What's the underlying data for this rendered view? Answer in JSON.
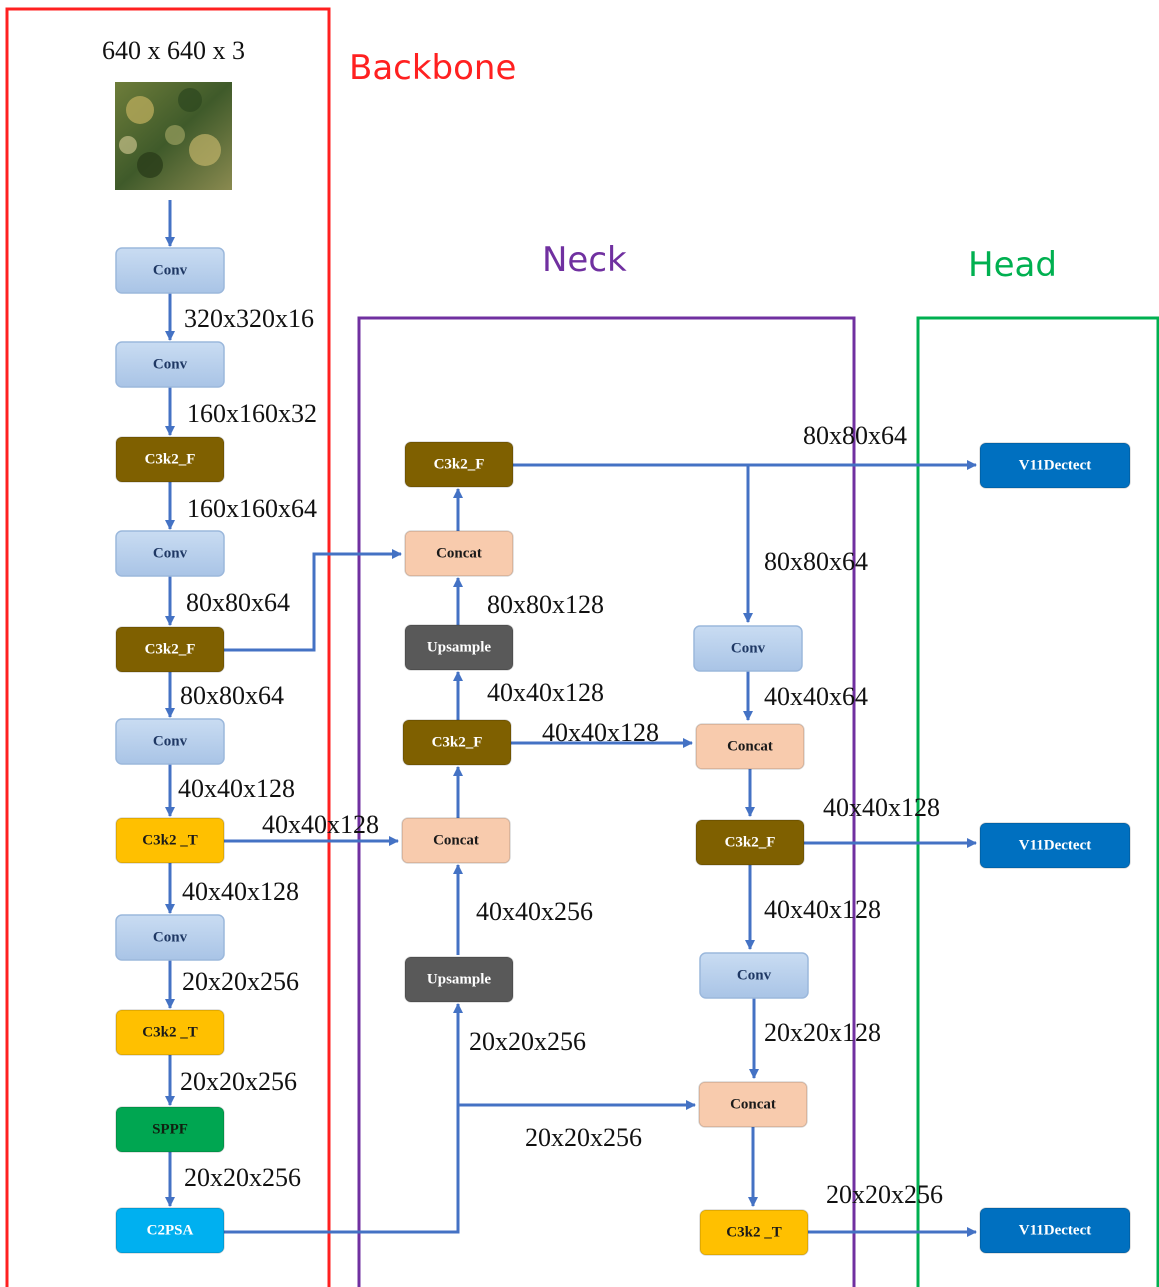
{
  "input": {
    "label": "640 x 640 x 3"
  },
  "sections": {
    "backbone": {
      "label": "Backbone",
      "color": "#ff2020"
    },
    "neck": {
      "label": "Neck",
      "color": "#7030a0"
    },
    "head": {
      "label": "Head",
      "color": "#00b050"
    }
  },
  "colors": {
    "conv": "#b4cdea",
    "c3k2_f": "#7f6000",
    "c3k2_t": "#ffc000",
    "sppf": "#00a651",
    "c2psa": "#00b0f0",
    "concat": "#f8cbad",
    "upsample": "#595959",
    "detect": "#0070c0",
    "arrow": "#4472c4"
  },
  "nodes": [
    {
      "id": "b_conv1",
      "label": "Conv",
      "kind": "conv"
    },
    {
      "id": "b_conv2",
      "label": "Conv",
      "kind": "conv"
    },
    {
      "id": "b_c3f1",
      "label": "C3k2_F",
      "kind": "c3k2_f"
    },
    {
      "id": "b_conv3",
      "label": "Conv",
      "kind": "conv"
    },
    {
      "id": "b_c3f2",
      "label": "C3k2_F",
      "kind": "c3k2_f"
    },
    {
      "id": "b_conv4",
      "label": "Conv",
      "kind": "conv"
    },
    {
      "id": "b_c3t1",
      "label": "C3k2 _T",
      "kind": "c3k2_t"
    },
    {
      "id": "b_conv5",
      "label": "Conv",
      "kind": "conv"
    },
    {
      "id": "b_c3t2",
      "label": "C3k2 _T",
      "kind": "c3k2_t"
    },
    {
      "id": "b_sppf",
      "label": "SPPF",
      "kind": "sppf"
    },
    {
      "id": "b_c2psa",
      "label": "C2PSA",
      "kind": "c2psa"
    },
    {
      "id": "n_c3f_top",
      "label": "C3k2_F",
      "kind": "c3k2_f"
    },
    {
      "id": "n_concat1",
      "label": "Concat",
      "kind": "concat"
    },
    {
      "id": "n_up1",
      "label": "Upsample",
      "kind": "upsample"
    },
    {
      "id": "n_c3f_mid",
      "label": "C3k2_F",
      "kind": "c3k2_f"
    },
    {
      "id": "n_concat2",
      "label": "Concat",
      "kind": "concat"
    },
    {
      "id": "n_up2",
      "label": "Upsample",
      "kind": "upsample"
    },
    {
      "id": "n_conv_r1",
      "label": "Conv",
      "kind": "conv"
    },
    {
      "id": "n_concat3",
      "label": "Concat",
      "kind": "concat"
    },
    {
      "id": "n_c3f_r",
      "label": "C3k2_F",
      "kind": "c3k2_f"
    },
    {
      "id": "n_conv_r2",
      "label": "Conv",
      "kind": "conv"
    },
    {
      "id": "n_concat4",
      "label": "Concat",
      "kind": "concat"
    },
    {
      "id": "n_c3t_r",
      "label": "C3k2 _T",
      "kind": "c3k2_t"
    },
    {
      "id": "h_det1",
      "label": "V11Dectect",
      "kind": "detect"
    },
    {
      "id": "h_det2",
      "label": "V11Dectect",
      "kind": "detect"
    },
    {
      "id": "h_det3",
      "label": "V11Dectect",
      "kind": "detect"
    }
  ],
  "dims": [
    "320x320x16",
    "160x160x32",
    "160x160x64",
    "80x80x64",
    "80x80x64",
    "40x40x128",
    "40x40x128",
    "20x20x256",
    "20x20x256",
    "20x20x256",
    "40x40x128",
    "80x80x128",
    "40x40x128",
    "40x40x128",
    "40x40x256",
    "20x20x256",
    "20x20x256",
    "80x80x64",
    "80x80x64",
    "40x40x64",
    "40x40x128",
    "40x40x128",
    "20x20x128",
    "20x20x256"
  ]
}
